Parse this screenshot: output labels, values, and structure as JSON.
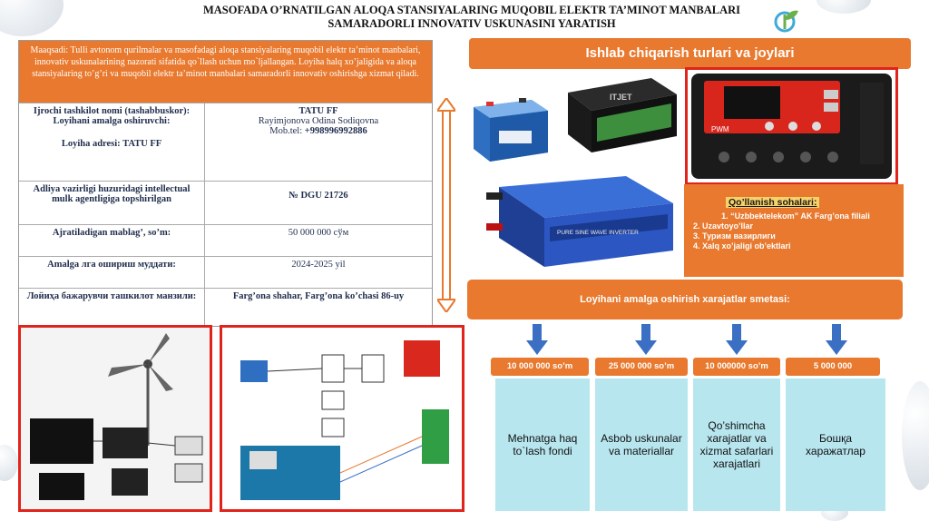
{
  "title": {
    "line1": "MASOFADA O’RNATILGAN ALOQA STANSIYALARING MUQOBIL ELEKTR TA’MINOT MANBALARI",
    "line2": "SAMARADORLI INNOVATIV USKUNASINI YARATISH"
  },
  "goal": "Maaqsadi: Tulli avtonom qurilmalar va masofadagi aloqa stansiyalaring muqobil elektr ta’minot manbalari, innovativ uskunalarining nazorati sifatida qo`llash uchun mo`ljallangan. Loyiha halq xo’jaligida va aloqa stansiyalaring to’g’ri va muqobil elektr ta’minot manbalari samaradorli innovativ oshirishga xizmat qiladi.",
  "table": {
    "r1": {
      "left": [
        "Ijrochi tashkilot nomi (tashabbuskor):",
        "Loyihani amalga oshiruvchi:",
        "Loyiha adresi: TATU FF"
      ],
      "right": [
        "TATU FF",
        "Rayimjonova Odina Sodiqovna",
        "Mob.tel:",
        "+998996992886"
      ]
    },
    "r2": {
      "left": "Adliya vazirligi huzuridagi intellectual mulk agentligiga topshirilgan",
      "right": "№ DGU 21726"
    },
    "r3": {
      "left": "Ajratiladigan mablag’, so’m:",
      "right": "50 000 000 сўм"
    },
    "r4": {
      "left": "Amalga лга ошириш муддати:",
      "right": "2024-2025 yil"
    },
    "r5": {
      "left": "Лойиҳа бажарувчи ташкилот манзили:",
      "right": "Farg’ona shahar, Farg’ona ko’chasi 86-uy"
    }
  },
  "banner_production": "Ishlab chiqarish turlari va joylari",
  "usage": {
    "heading": "Qo’llanish sohalari:",
    "items": [
      "1. “Uzbbektelekom” AK Farg’ona filiali",
      "2. Uzavtoyo’llar",
      "3. Туризм вазирлиги",
      "4.  Xalq xo’jaligi ob’ektlari"
    ]
  },
  "banner_costs": "Loyihani amalga oshirish xarajatlar smetasi:",
  "costs": [
    {
      "amount": "10 000 000 so’m",
      "label": "Mehnatga haq to`lash fondi"
    },
    {
      "amount": "25 000 000 so’m",
      "label": "Asbob uskunalar va materiallar"
    },
    {
      "amount": "10 000000 so’m",
      "label": "Qo’shimcha xarajatlar va xizmat safarlari xarajatlari"
    },
    {
      "amount": "5 000 000",
      "label": "Бошқа харажатлар"
    }
  ],
  "device_labels": {
    "inverter": "PURE SINE WAVE INVERTER",
    "pwm": "PWM",
    "battery2": "ITJET"
  },
  "colors": {
    "orange": "#e8792e",
    "red_frame": "#e0241b",
    "cost_bg": "#b8e6ef",
    "arrow_blue": "#3a6fc4"
  }
}
